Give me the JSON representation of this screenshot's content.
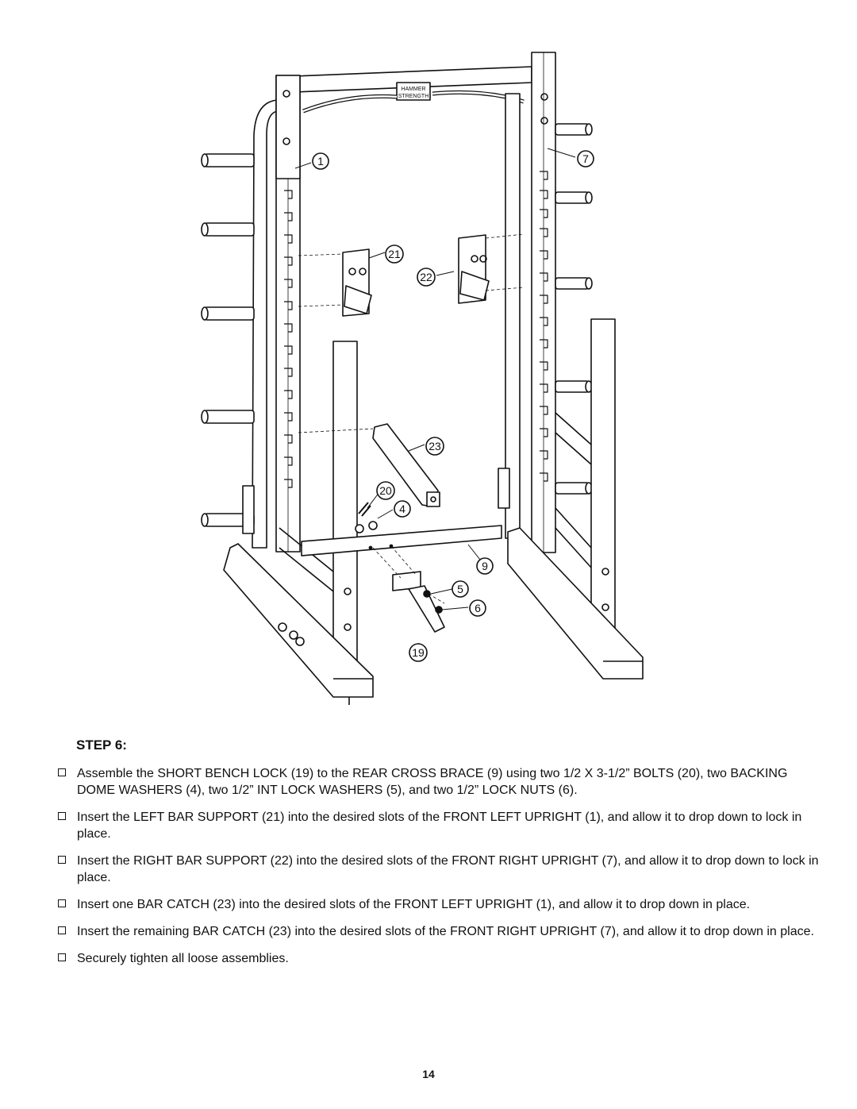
{
  "diagram": {
    "callouts": [
      "1",
      "7",
      "21",
      "22",
      "23",
      "20",
      "4",
      "9",
      "5",
      "6",
      "19"
    ],
    "logo_lines": [
      "HAMMER",
      "STRENGTH"
    ]
  },
  "step": {
    "title": "STEP 6:"
  },
  "instructions": [
    "Assemble the SHORT BENCH LOCK (19) to the REAR CROSS BRACE (9) using two 1/2 X 3-1/2” BOLTS (20), two BACKING DOME WASHERS (4), two 1/2” INT LOCK WASHERS (5), and two 1/2” LOCK NUTS (6).",
    "Insert the LEFT BAR SUPPORT (21) into the desired slots of the FRONT LEFT UPRIGHT (1), and allow it to drop down to lock in place.",
    "Insert the RIGHT BAR SUPPORT (22) into the desired slots of the FRONT RIGHT UPRIGHT (7), and allow it to drop down to lock in place.",
    "Insert one BAR CATCH (23) into the desired slots of the FRONT LEFT UPRIGHT (1), and allow it to drop down in place.",
    "Insert the remaining BAR CATCH (23) into the desired slots of the FRONT RIGHT UPRIGHT (7), and allow it to drop down in place.",
    "Securely tighten all loose assemblies."
  ],
  "page_number": "14"
}
